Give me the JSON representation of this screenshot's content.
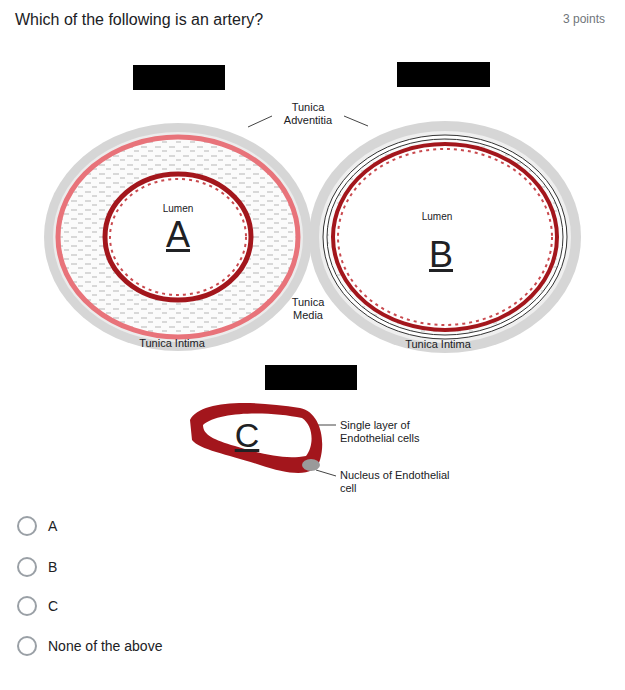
{
  "diagram": {
    "title": "Which of the following is an artery?",
    "nodes": [
      {
        "text": [
          "Lumen",
          "A"
        ]
      },
      {
        "text": [
          "Lumen",
          "B"
        ]
      },
      {
        "text": [
          "C"
        ]
      }
    ],
    "labels": [
      "3 points",
      "Tunica Adventitia",
      "Tunica Media",
      "Tunica Intima",
      "Tunica Intima",
      "Single layer of Endothelial cells",
      "Nucleus of Endothelial cell",
      "A",
      "B",
      "C",
      "None of the above"
    ]
  }
}
